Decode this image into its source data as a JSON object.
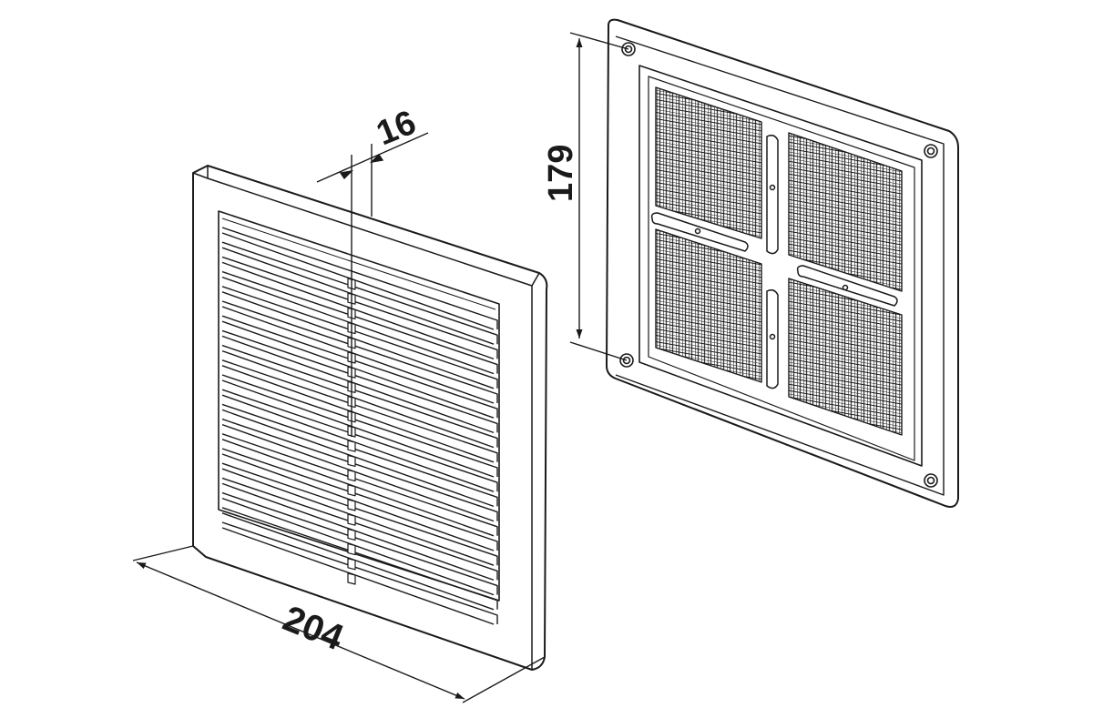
{
  "dimensions": {
    "width": "204",
    "depth": "16",
    "height": "179"
  },
  "colors": {
    "line": "#1a1a1a",
    "background": "#ffffff"
  }
}
